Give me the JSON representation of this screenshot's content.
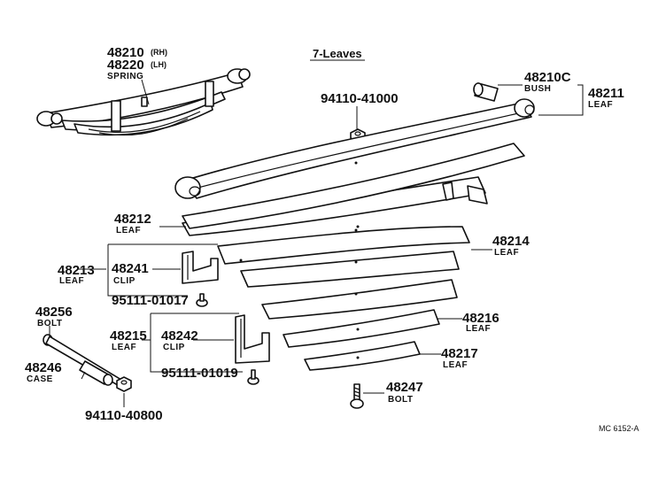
{
  "diagram": {
    "title": "7-Leaves",
    "code": "MC 6152-A",
    "parts": {
      "spring": {
        "num1": "48210",
        "tag1": "(RH)",
        "num2": "48220",
        "tag2": "(LH)",
        "label": "SPRING"
      },
      "bush": {
        "num": "48210C",
        "label": "BUSH"
      },
      "leaf1": {
        "num": "48211",
        "label": "LEAF"
      },
      "nut_top": {
        "num": "94110-41000"
      },
      "leaf2": {
        "num": "48212",
        "label": "LEAF"
      },
      "leaf3": {
        "num": "48213",
        "label": "LEAF"
      },
      "clip1": {
        "num": "48241",
        "label": "CLIP"
      },
      "rivet1": {
        "num": "95111-01017"
      },
      "leaf4": {
        "num": "48214",
        "label": "LEAF"
      },
      "bolt_left": {
        "num": "48256",
        "label": "BOLT"
      },
      "leaf5": {
        "num": "48215",
        "label": "LEAF"
      },
      "clip2": {
        "num": "48242",
        "label": "CLIP"
      },
      "rivet2": {
        "num": "95111-01019"
      },
      "case": {
        "num": "48246",
        "label": "CASE"
      },
      "nut_bottom": {
        "num": "94110-40800"
      },
      "leaf6": {
        "num": "48216",
        "label": "LEAF"
      },
      "leaf7": {
        "num": "48217",
        "label": "LEAF"
      },
      "bolt_center": {
        "num": "48247",
        "label": "BOLT"
      }
    }
  }
}
